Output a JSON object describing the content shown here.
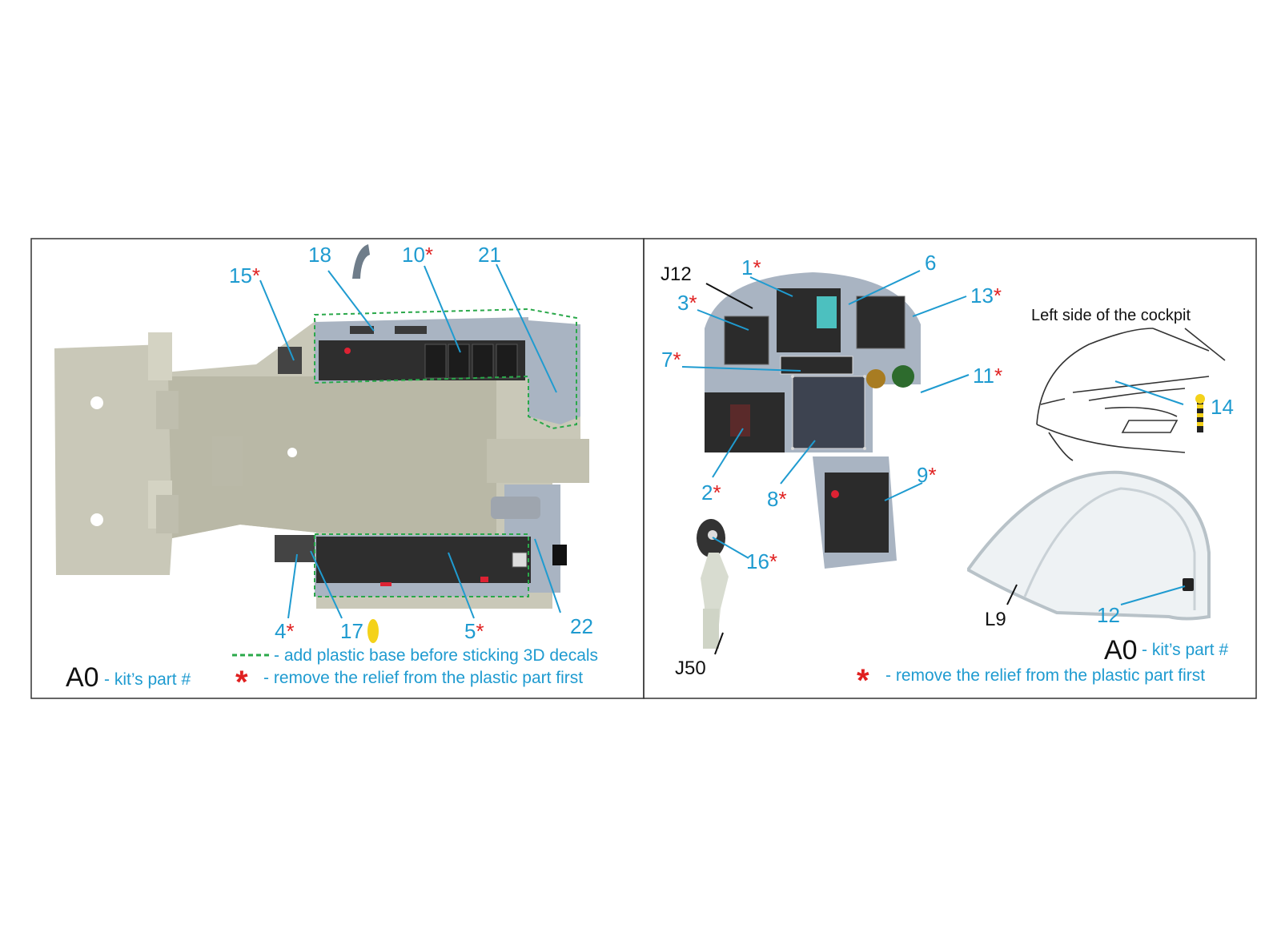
{
  "colors": {
    "label": "#1f9bd0",
    "star": "#e02020",
    "green_dash": "#2aa84a",
    "frame": "#333333",
    "plastic": "#c9c8b8",
    "panel_blue": "#a9b4c2",
    "console_dark": "#2e2e2e",
    "yellow": "#f4d21a"
  },
  "left_panel": {
    "parts": [
      {
        "id": "p15",
        "num": "15",
        "star": true
      },
      {
        "id": "p18",
        "num": "18",
        "star": false
      },
      {
        "id": "p10",
        "num": "10",
        "star": true
      },
      {
        "id": "p21",
        "num": "21",
        "star": false
      },
      {
        "id": "p4",
        "num": "4",
        "star": true
      },
      {
        "id": "p17",
        "num": "17",
        "star": false
      },
      {
        "id": "p5",
        "num": "5",
        "star": true
      },
      {
        "id": "p22",
        "num": "22",
        "star": false
      }
    ],
    "kit_code": "A0",
    "kit_text": "- kit’s part #",
    "legend_dash_text": "- add plastic base before sticking 3D decals",
    "legend_star_text": "- remove the relief from the plastic part first"
  },
  "right_panel": {
    "parts": [
      {
        "id": "p1",
        "num": "1",
        "star": true
      },
      {
        "id": "p6",
        "num": "6",
        "star": false
      },
      {
        "id": "p3",
        "num": "3",
        "star": true
      },
      {
        "id": "p13",
        "num": "13",
        "star": true
      },
      {
        "id": "p7",
        "num": "7",
        "star": true
      },
      {
        "id": "p11",
        "num": "11",
        "star": true
      },
      {
        "id": "p2",
        "num": "2",
        "star": true
      },
      {
        "id": "p8",
        "num": "8",
        "star": true
      },
      {
        "id": "p9",
        "num": "9",
        "star": true
      },
      {
        "id": "p16",
        "num": "16",
        "star": true
      },
      {
        "id": "p14",
        "num": "14",
        "star": false
      },
      {
        "id": "p12",
        "num": "12",
        "star": false
      }
    ],
    "kit_parts": [
      "J12",
      "J50",
      "L9"
    ],
    "left_side_caption": "Left side of the cockpit",
    "kit_code": "A0",
    "kit_text": "- kit’s part #",
    "legend_star_text": "- remove the relief from the plastic part first"
  }
}
